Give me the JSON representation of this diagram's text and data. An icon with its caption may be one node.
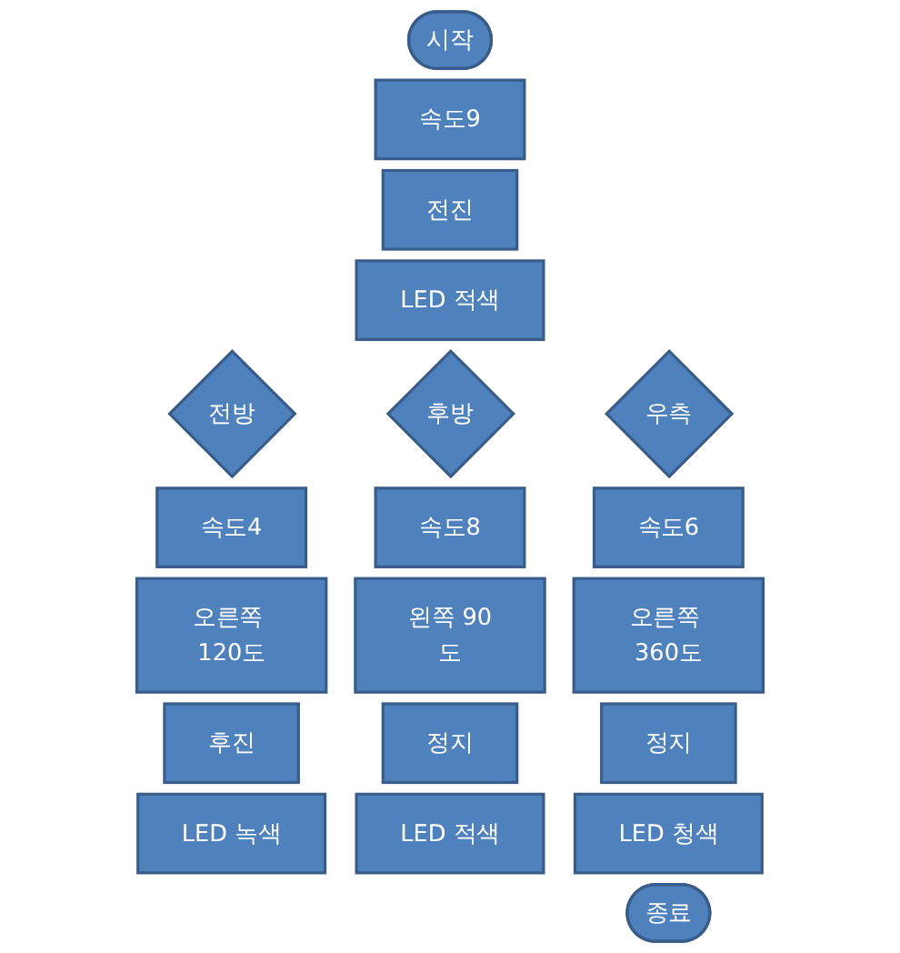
{
  "diagram": {
    "nodes": [
      {
        "text": [
          "시작"
        ]
      },
      {
        "text": [
          "속도9"
        ]
      },
      {
        "text": [
          "전진"
        ]
      },
      {
        "text": [
          "LED 적색"
        ]
      },
      {
        "text": [
          "전방"
        ]
      },
      {
        "text": [
          "후방"
        ]
      },
      {
        "text": [
          "우측"
        ]
      },
      {
        "text": [
          "속도4"
        ]
      },
      {
        "text": [
          "속도8"
        ]
      },
      {
        "text": [
          "속도6"
        ]
      },
      {
        "text": [
          "오른쪽 120도"
        ]
      },
      {
        "text": [
          "왼쪽 90도"
        ]
      },
      {
        "text": [
          "오른쪽 360도"
        ]
      },
      {
        "text": [
          "후진"
        ]
      },
      {
        "text": [
          "정지"
        ]
      },
      {
        "text": [
          "정지"
        ]
      },
      {
        "text": [
          "LED 녹색"
        ]
      },
      {
        "text": [
          "LED 적색"
        ]
      },
      {
        "text": [
          "LED 청색"
        ]
      },
      {
        "text": [
          "종료"
        ]
      }
    ]
  }
}
